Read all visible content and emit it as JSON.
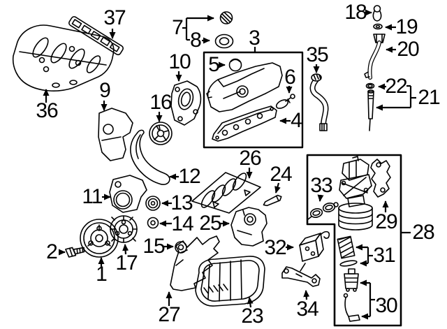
{
  "diagram": {
    "background_color": "#ffffff",
    "line_color": "#000000",
    "label_color": "#000000",
    "callouts": {
      "c1": "1",
      "c2": "2",
      "c3": "3",
      "c4": "4",
      "c5": "5",
      "c6": "6",
      "c7": "7",
      "c8": "8",
      "c9": "9",
      "c10": "10",
      "c11": "11",
      "c12": "12",
      "c13": "13",
      "c14": "14",
      "c15": "15",
      "c16": "16",
      "c17": "17",
      "c18": "18",
      "c19": "19",
      "c20": "20",
      "c21": "21",
      "c22": "22",
      "c23": "23",
      "c24": "24",
      "c25": "25",
      "c26": "26",
      "c27": "27",
      "c28": "28",
      "c29": "29",
      "c30": "30",
      "c31": "31",
      "c32": "32",
      "c33": "33",
      "c34": "34",
      "c35": "35",
      "c36": "36",
      "c37": "37"
    }
  }
}
